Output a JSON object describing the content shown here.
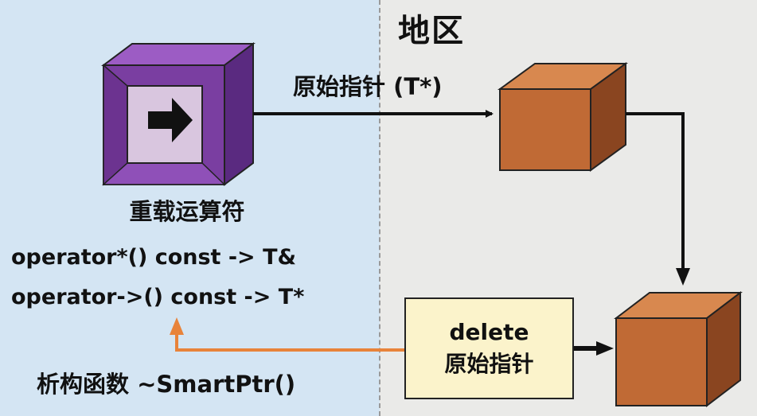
{
  "zones": {
    "left_color": "#d4e5f3",
    "right_color": "#eaeae8"
  },
  "region": {
    "title": "地区"
  },
  "raw_pointer": {
    "label": "原始指针 (T*)"
  },
  "smart_ptr": {
    "icon": "arrow-right-icon",
    "box_color": "#7a3ea1",
    "title": "重载运算符",
    "operators": [
      "operator*() const -> T&",
      "operator->() const -> T*"
    ]
  },
  "destructor": {
    "label": "析构函数 ~SmartPtr()",
    "arrow_color": "#e8833a"
  },
  "delete_box": {
    "line1": "delete",
    "line2": "原始指针",
    "fill_color": "#fbf3cb"
  },
  "object_cube": {
    "color": "#c06a35"
  }
}
